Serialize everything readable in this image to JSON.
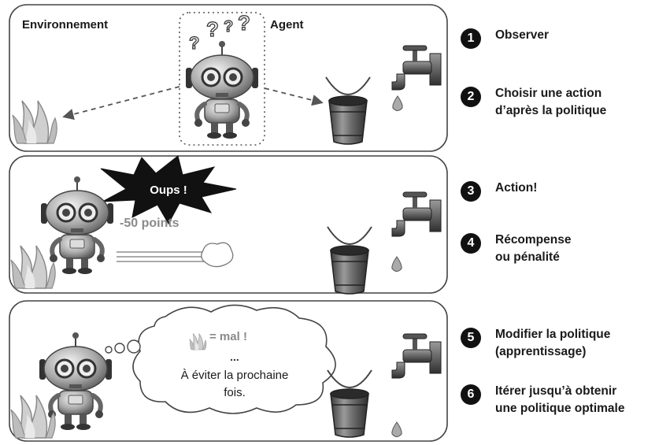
{
  "panel1": {
    "env_label": "Environnement",
    "agent_label": "Agent"
  },
  "panel2": {
    "burst_text": "Oups !",
    "points_text": "-50 points"
  },
  "panel3": {
    "thought_line1": "= mal !",
    "thought_line2": "...",
    "thought_line3": "À éviter la prochaine",
    "thought_line4": "fois."
  },
  "steps": [
    {
      "num": "1",
      "label": "Observer"
    },
    {
      "num": "2",
      "label": "Choisir une action\nd’après la politique"
    },
    {
      "num": "3",
      "label": "Action!"
    },
    {
      "num": "4",
      "label": "Récompense\nou pénalité"
    },
    {
      "num": "5",
      "label": "Modifier la politique\n(apprentissage)"
    },
    {
      "num": "6",
      "label": "Itérer jusqu’à obtenir\nune politique optimale"
    }
  ]
}
